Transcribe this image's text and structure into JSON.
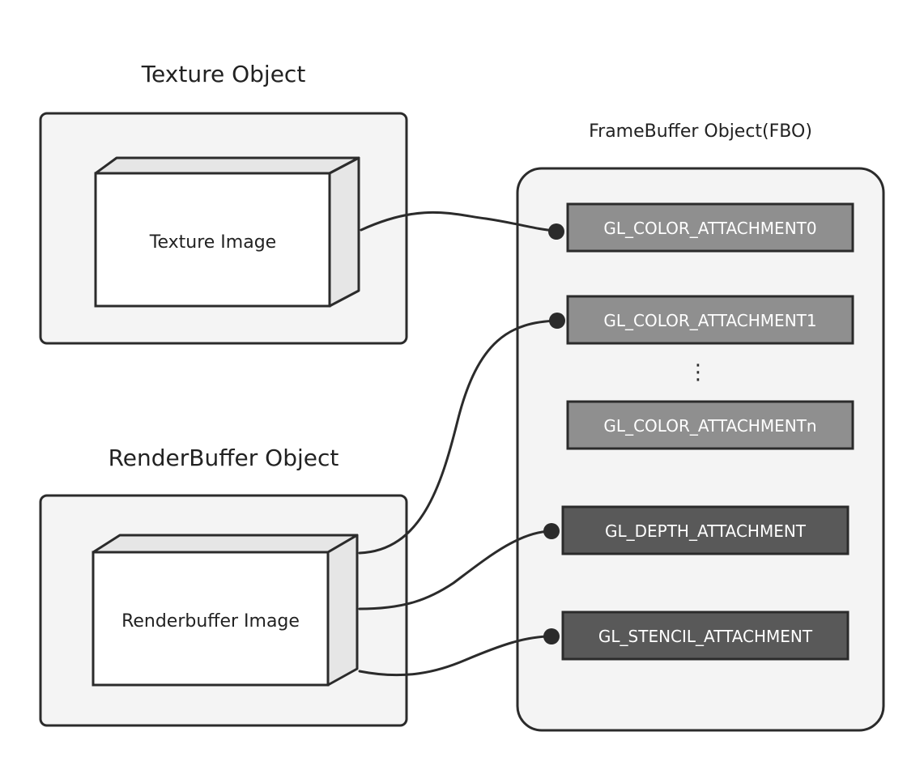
{
  "texture_object": {
    "title": "Texture Object",
    "image_label": "Texture Image"
  },
  "renderbuffer_object": {
    "title": "RenderBuffer Object",
    "image_label": "Renderbuffer Image"
  },
  "fbo": {
    "title": "FrameBuffer Object(FBO)",
    "attachments": [
      {
        "label": "GL_COLOR_ATTACHMENT0",
        "kind": "color"
      },
      {
        "label": "GL_COLOR_ATTACHMENT1",
        "kind": "color"
      },
      {
        "label": "GL_COLOR_ATTACHMENTn",
        "kind": "color"
      },
      {
        "label": "GL_DEPTH_ATTACHMENT",
        "kind": "depth-stencil"
      },
      {
        "label": "GL_STENCIL_ATTACHMENT",
        "kind": "depth-stencil"
      }
    ],
    "ellipsis": "⋮"
  },
  "colors": {
    "panel_fill": "#f4f4f4",
    "stroke": "#2b2b2b",
    "box_face": "#ffffff",
    "box_side": "#e6e6e6",
    "color_attachment": "#8f8f8f",
    "depth_stencil_attachment": "#595959"
  }
}
